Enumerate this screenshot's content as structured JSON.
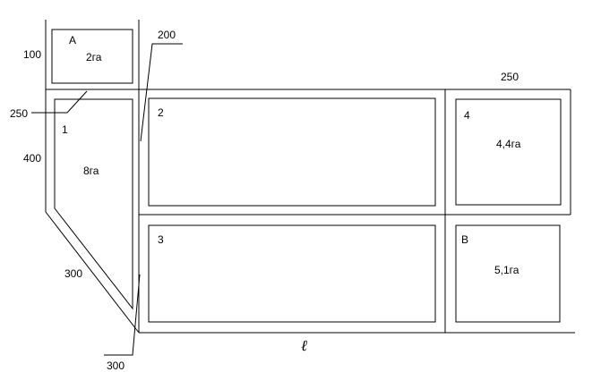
{
  "plots": {
    "A": {
      "label": "А",
      "area": "2га"
    },
    "one": {
      "label": "1",
      "area": "8га"
    },
    "two": {
      "label": "2"
    },
    "three": {
      "label": "3"
    },
    "four": {
      "label": "4",
      "area": "4,4га"
    },
    "B": {
      "label": "В",
      "area": "5,1га"
    }
  },
  "dimensions": {
    "d100": "100",
    "d250_left": "250",
    "d400": "400",
    "d300_diag": "300",
    "d300_bottom": "300",
    "d200": "200",
    "d250_top": "250"
  },
  "axis_label": "ℓ"
}
